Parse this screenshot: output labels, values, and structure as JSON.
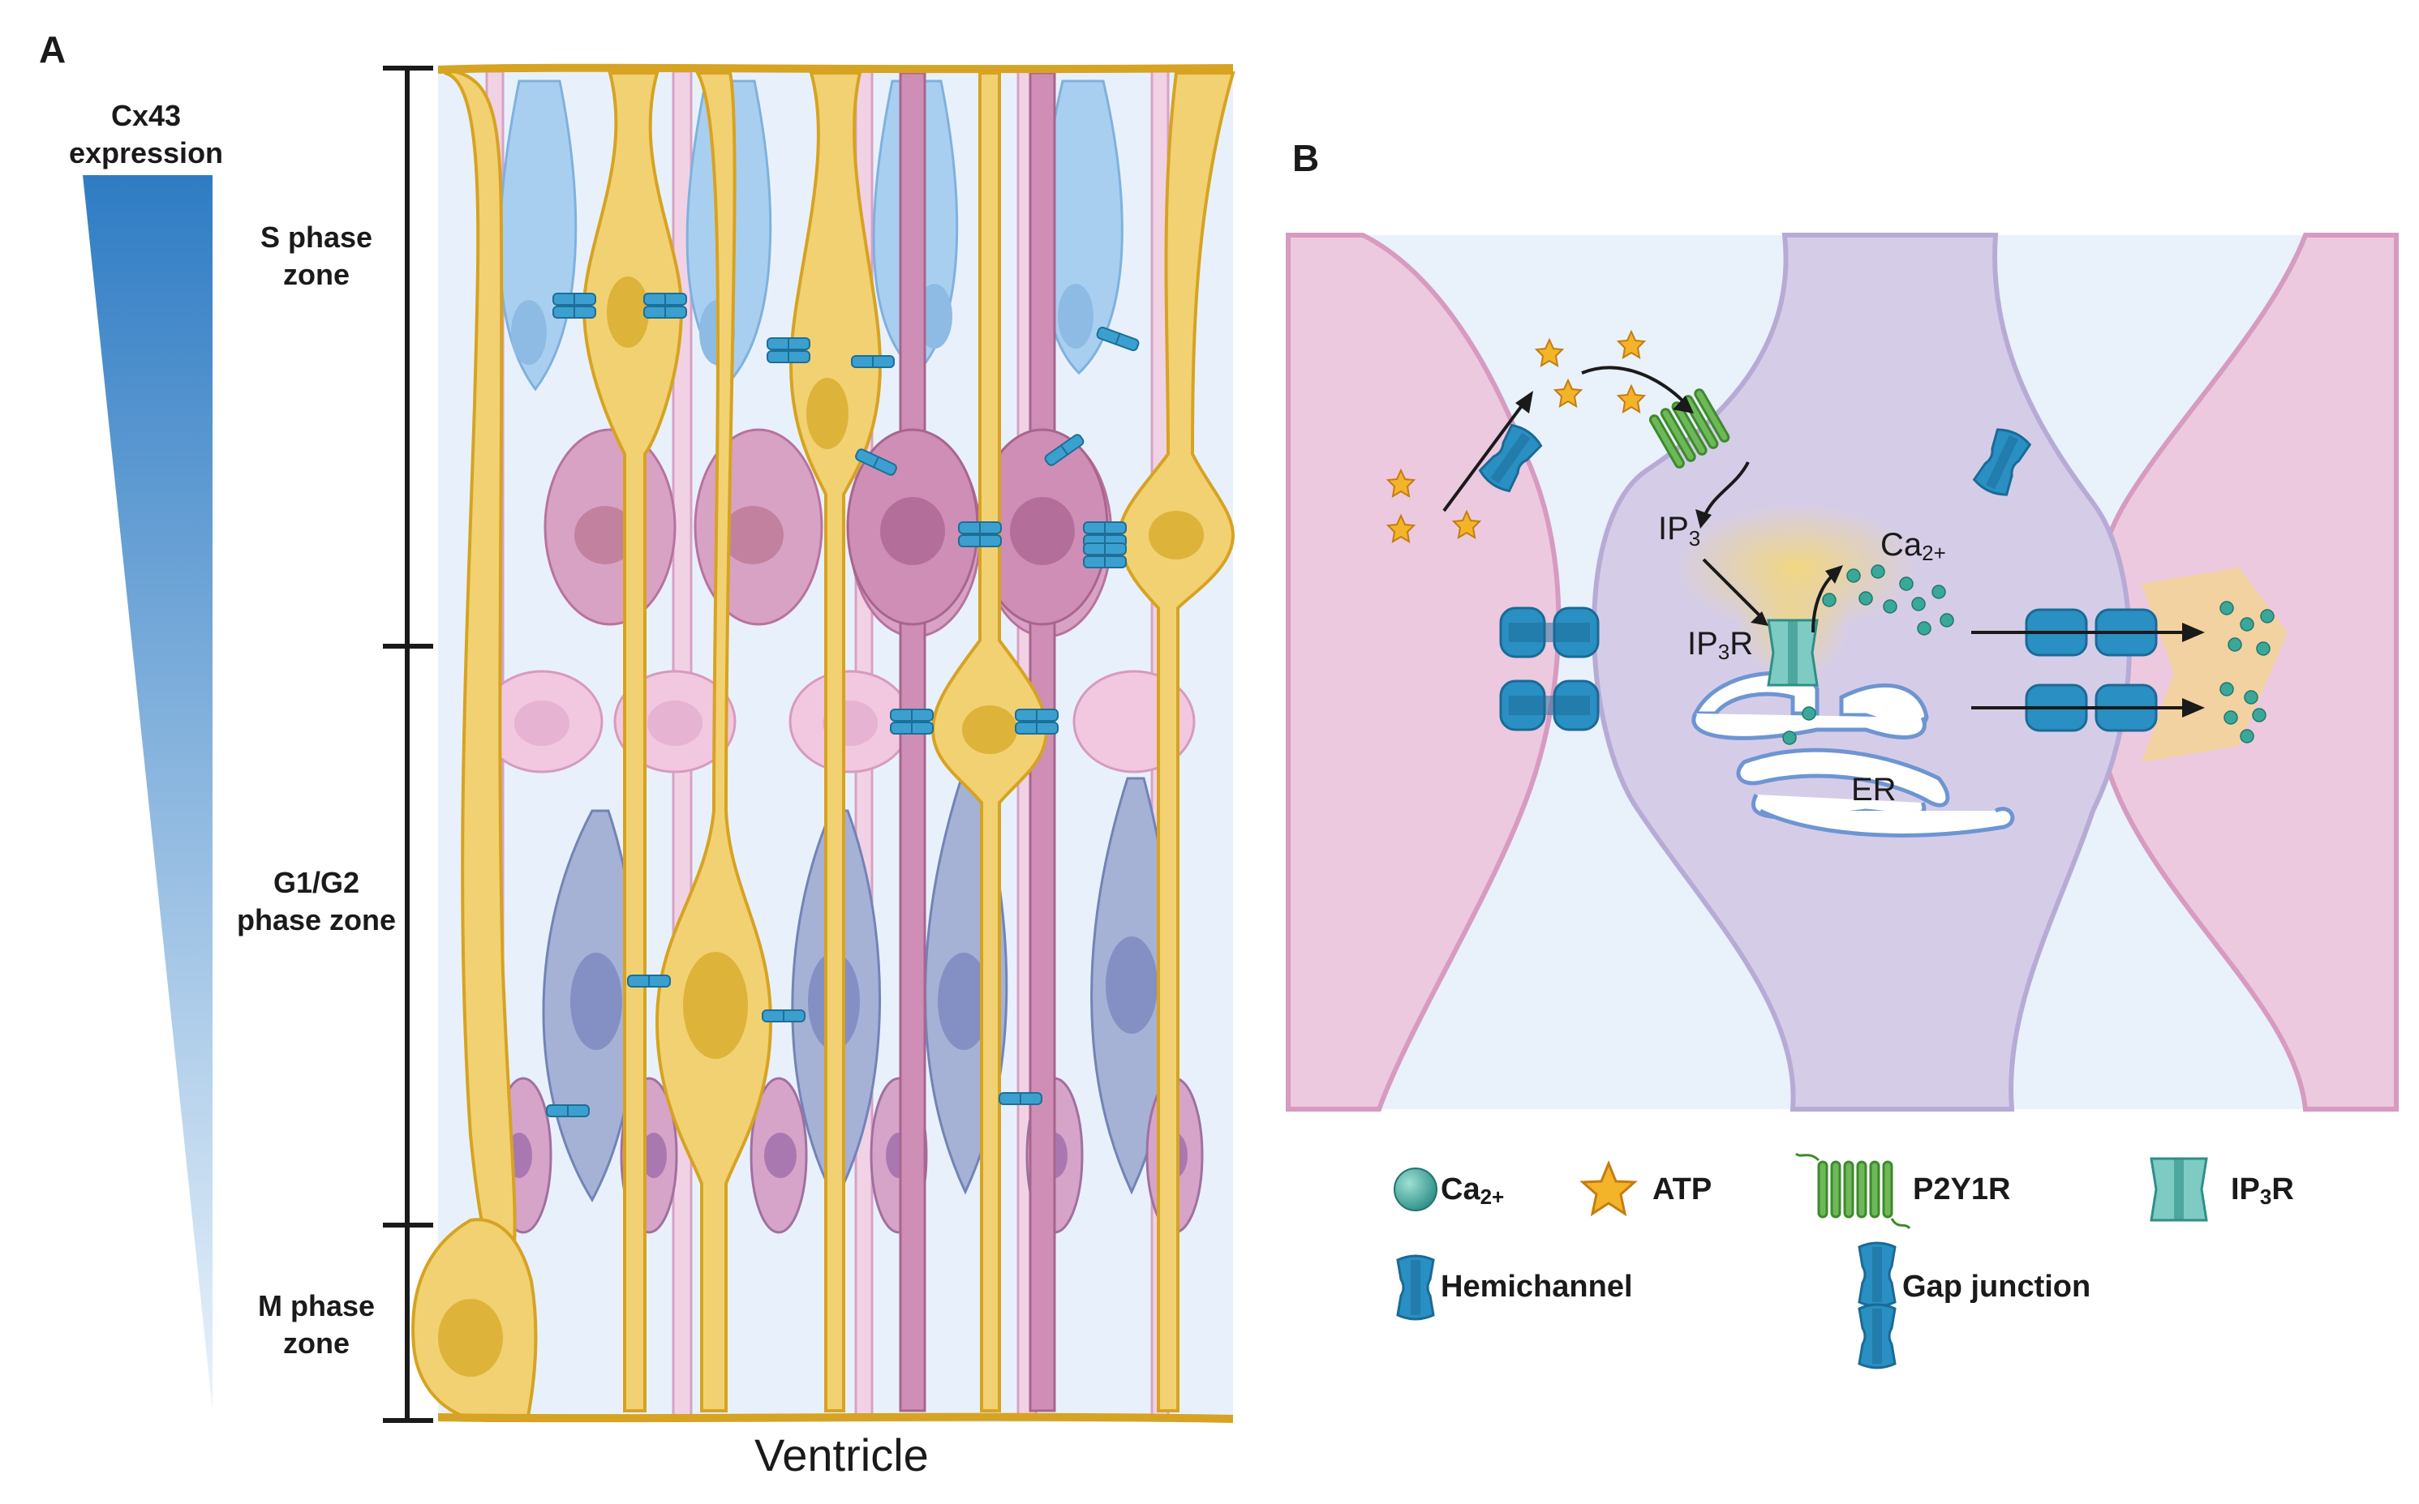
{
  "panel_a": {
    "letter": "A",
    "gradient_label": "Cx43\nexpression",
    "zones": [
      {
        "label": "S phase\nzone"
      },
      {
        "label": "G1/G2\nphase zone"
      },
      {
        "label": "M phase\nzone"
      }
    ],
    "bottom_label": "Ventricle"
  },
  "panel_b": {
    "letter": "B",
    "labels": {
      "ip3": "IP",
      "ip3_sub": "3",
      "ca": "Ca",
      "ca_sub": "2+",
      "ip3r": "IP",
      "ip3r_sub": "3",
      "ip3r_tail": "R",
      "er": "ER"
    }
  },
  "legend": {
    "items": [
      {
        "label": "Ca",
        "sub": "2+",
        "icon": "calcium-ion-icon"
      },
      {
        "label": "ATP",
        "icon": "atp-star-icon"
      },
      {
        "label": "P2Y1R",
        "icon": "p2y1r-receptor-icon"
      },
      {
        "label": "IP",
        "sub": "3",
        "tail": "R",
        "icon": "ip3r-channel-icon"
      },
      {
        "label": "Hemichannel",
        "icon": "hemichannel-icon"
      },
      {
        "label": "Gap junction",
        "icon": "gap-junction-icon"
      }
    ]
  },
  "colors": {
    "cx43_gradient_top": "#2f7cc4",
    "cx43_gradient_bottom": "#e4eff9",
    "yellow_cell": "#e8bd3a",
    "pink_cell": "#e8a8cf",
    "mauve_cell": "#c57fa8",
    "blue_cell": "#a6cdee",
    "slate_cell": "#8e9cc9",
    "channel": "#2a8fc2",
    "background_b": "#e9f1fb",
    "center_cell_b": "#cfc7e4",
    "side_cell_b": "#ecc9de"
  }
}
